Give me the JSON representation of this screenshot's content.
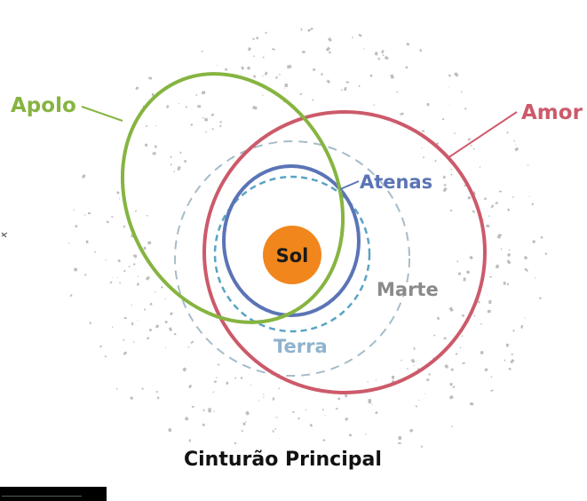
{
  "labels": {
    "sun": "Sol",
    "earth": "Terra",
    "mars": "Marte",
    "atenas": "Atenas",
    "apolo": "Apolo",
    "amor": "Amor",
    "belt": "Cinturão Principal"
  },
  "colors": {
    "sun_fill": "#f0861c",
    "sun_text": "#1a1a1a",
    "earth_orbit": "#5aa3c4",
    "earth_label": "#8fb3cd",
    "mars_orbit": "#a7bcc9",
    "mars_label": "#8a8a8a",
    "atenas": "#5b74b6",
    "apolo": "#86b441",
    "amor": "#cc5a6a",
    "belt_label": "#111111",
    "asteroid": "#bdbdbd"
  }
}
